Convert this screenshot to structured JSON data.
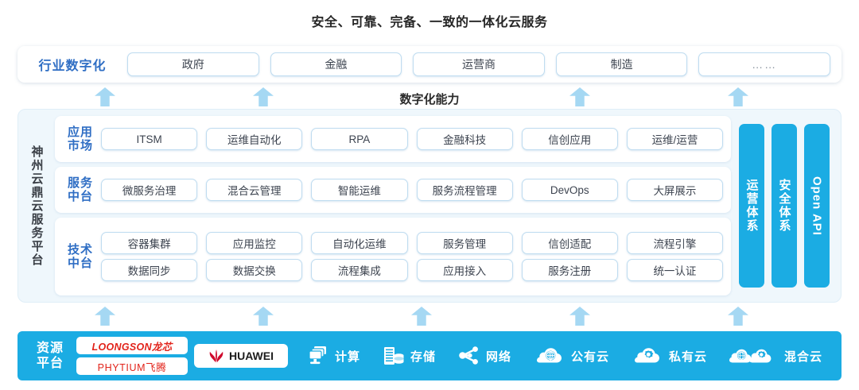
{
  "title": "安全、可靠、完备、一致的一体化云服务",
  "capability_label": "数字化能力",
  "industry": {
    "label": "行业数字化",
    "items": [
      {
        "label": "政府"
      },
      {
        "label": "金融"
      },
      {
        "label": "运营商"
      },
      {
        "label": "制造"
      },
      {
        "label": "……"
      }
    ]
  },
  "platform": {
    "label": "神州云鼎云服务平台",
    "layers": [
      {
        "name_line1": "应用",
        "name_line2": "市场",
        "rows": [
          [
            "ITSM",
            "运维自动化",
            "RPA",
            "金融科技",
            "信创应用",
            "运维/运营"
          ]
        ]
      },
      {
        "name_line1": "服务",
        "name_line2": "中台",
        "rows": [
          [
            "微服务治理",
            "混合云管理",
            "智能运维",
            "服务流程管理",
            "DevOps",
            "大屏展示"
          ]
        ]
      },
      {
        "name_line1": "技术",
        "name_line2": "中台",
        "rows": [
          [
            "容器集群",
            "应用监控",
            "自动化运维",
            "服务管理",
            "信创适配",
            "流程引擎"
          ],
          [
            "数据同步",
            "数据交换",
            "流程集成",
            "应用接入",
            "服务注册",
            "统一认证"
          ]
        ]
      }
    ],
    "side_bars": [
      {
        "label": "运营体系",
        "orientation": "cn"
      },
      {
        "label": "安全体系",
        "orientation": "cn"
      },
      {
        "label": "Open API",
        "orientation": "en"
      }
    ]
  },
  "resource": {
    "label_line1": "资源",
    "label_line2": "平台",
    "chips": [
      {
        "text": "LOONGSON龙芯",
        "style": "loongson"
      },
      {
        "text": "PHYTIUM飞腾",
        "style": "phytium"
      }
    ],
    "huawei": "HUAWEI",
    "items": [
      {
        "label": "计算",
        "icon": "compute-icon"
      },
      {
        "label": "存储",
        "icon": "storage-icon"
      },
      {
        "label": "网络",
        "icon": "network-icon"
      },
      {
        "label": "公有云",
        "icon": "public-cloud-icon"
      },
      {
        "label": "私有云",
        "icon": "private-cloud-icon"
      },
      {
        "label": "混合云",
        "icon": "hybrid-cloud-icon"
      }
    ]
  },
  "arrows": {
    "top_x": [
      132,
      331,
      729,
      928
    ],
    "bottom_x": [
      132,
      331,
      530,
      729,
      928
    ]
  },
  "colors": {
    "accent_blue": "#1bace3",
    "label_blue": "#2f6ec4",
    "arrow_blue": "#a5d8f3",
    "panel_tint": "#eff7fc",
    "pill_border": "#bfdcf0",
    "logo_red": "#e2231a"
  }
}
